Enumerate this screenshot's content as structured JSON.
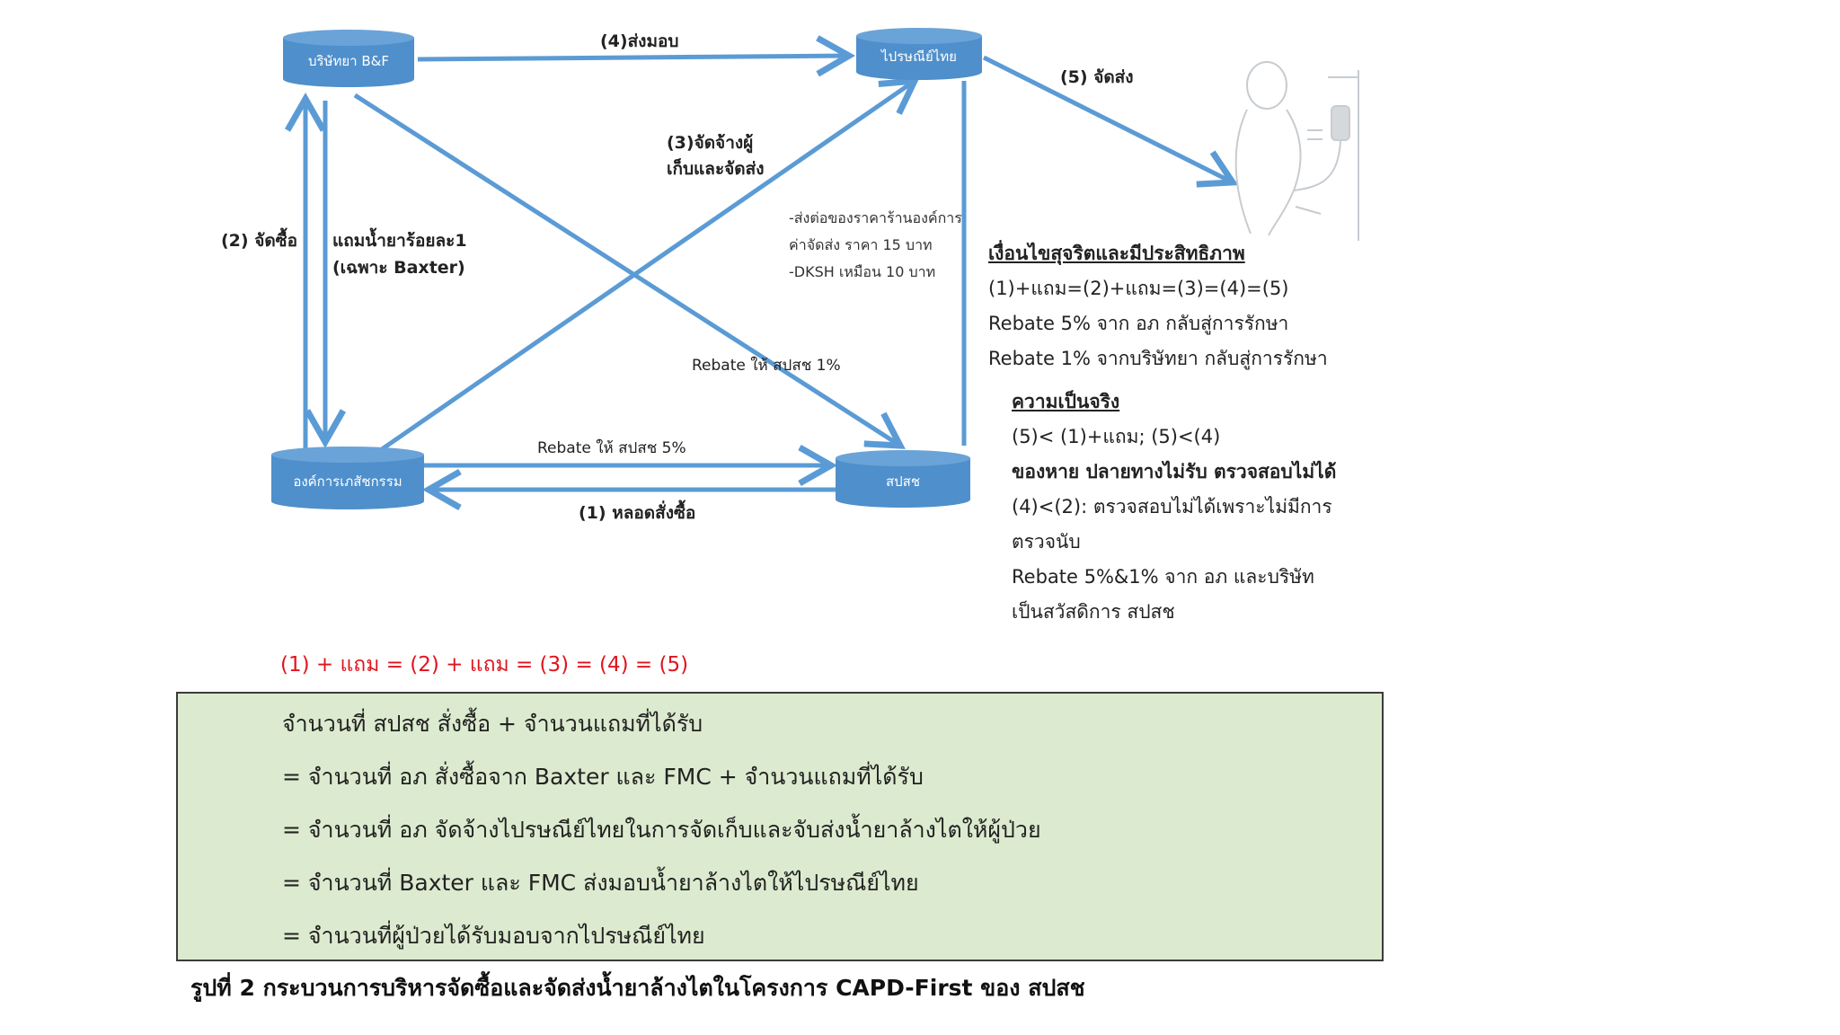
{
  "nodes": {
    "baxter_fmc": "บริษัทยา B&F",
    "thailand_post": "ไปรษณีย์ไทย",
    "gpo": "องค์การเภสัชกรรม",
    "nhso": "สปสช"
  },
  "edges": {
    "e4": "(4)ส่งมอบ",
    "e5": "(5) จัดส่ง",
    "e3_line1": "(3)จัดจ้างผู้",
    "e3_line2": "เก็บและจัดส่ง",
    "e2": "(2) จัดซื้อ",
    "free_line1": "แถมน้ำยาร้อยละ1",
    "free_line2": "(เฉพาะ Baxter)",
    "fee_line1": "-ส่งต่อของราคาร้านองค์การ",
    "fee_line2": "ค่าจัดส่ง ราคา 15 บาท",
    "fee_line3": "-DKSH เหมือน 10 บาท",
    "rebate1": "Rebate ให้ สปสช 1%",
    "rebate5": "Rebate ให้ สปสช 5%",
    "e1": "(1) หลอดสั่งซื้อ"
  },
  "conditions": {
    "heading": "เงื่อนไขสุจริตและมีประสิทธิภาพ",
    "lines": [
      "(1)+แถม=(2)+แถม=(3)=(4)=(5)",
      "Rebate 5% จาก อภ กลับสู่การรักษา",
      "Rebate 1% จากบริษัทยา กลับสู่การรักษา"
    ]
  },
  "reality": {
    "heading": "ความเป็นจริง",
    "lines": [
      "(5)< (1)+แถม; (5)<(4)",
      "ของหาย ปลายทางไม่รับ ตรวจสอบไม่ได้",
      "(4)<(2): ตรวจสอบไม่ได้เพราะไม่มีการ",
      "ตรวจนับ",
      "Rebate 5%&1% จาก อภ และบริษัท",
      "เป็นสวัสดิการ สปสช"
    ]
  },
  "equation": "(1) + แถม = (2) + แถม = (3) = (4) = (5)",
  "box_lines": [
    "จำนวนที่ สปสช สั่งซื้อ + จำนวนแถมที่ได้รับ",
    "= จำนวนที่ อภ สั่งซื้อจาก Baxter และ FMC + จำนวนแถมที่ได้รับ",
    "= จำนวนที่ อภ จัดจ้างไปรษณีย์ไทยในการจัดเก็บและจับส่งน้ำยาล้างไตให้ผู้ป่วย",
    "= จำนวนที่ Baxter และ FMC ส่งมอบน้ำยาล้างไตให้ไปรษณีย์ไทย",
    "= จำนวนที่ผู้ป่วยได้รับมอบจากไปรษณีย์ไทย"
  ],
  "caption": "รูปที่ 2 กระบวนการบริหารจัดซื้อและจัดส่งน้ำยาล้างไตในโครงการ CAPD-First ของ สปสช",
  "colors": {
    "node_fill": "#4f8fcb",
    "arrow": "#5b9bd5",
    "box_fill": "#dcebcf",
    "equation_red": "#e0141e"
  }
}
